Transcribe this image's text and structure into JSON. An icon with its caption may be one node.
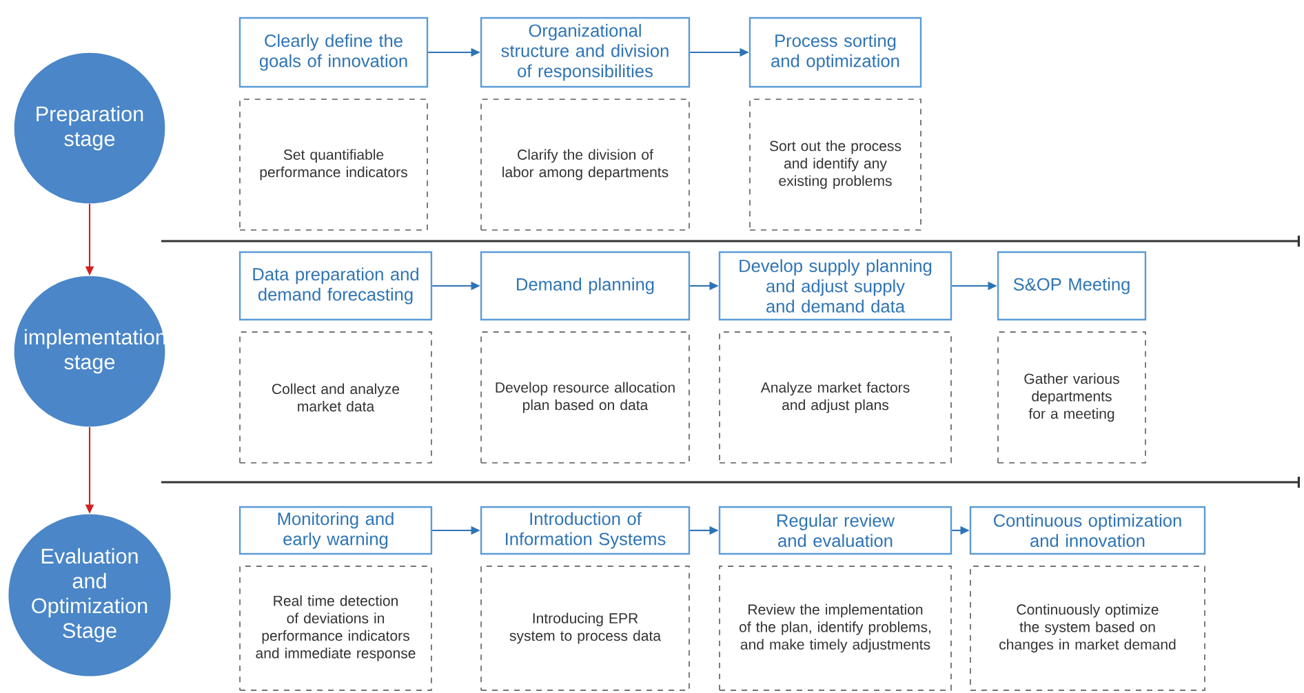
{
  "diagram": {
    "nodes": [
      {
        "text": [
          "Preparation stage"
        ]
      },
      {
        "text": [
          "Clearly define the goals of innovation"
        ]
      },
      {
        "text": [
          "Organizational structure and division of responsibilities"
        ]
      },
      {
        "text": [
          "Process sorting and optimization"
        ]
      },
      {
        "text": [
          "Set quantifiable performance indicators"
        ]
      },
      {
        "text": [
          "Clarify the division of labor among departments"
        ]
      },
      {
        "text": [
          "Sort out the process and identify any existing problems"
        ]
      },
      {
        "text": [
          "implementation stage"
        ]
      },
      {
        "text": [
          "Data preparation and demand forecasting"
        ]
      },
      {
        "text": [
          "Demand planning"
        ]
      },
      {
        "text": [
          "Develop supply planning and adjust supply and demand data"
        ]
      },
      {
        "text": [
          "S&OP Meeting"
        ]
      },
      {
        "text": [
          "Collect and analyze market data"
        ]
      },
      {
        "text": [
          "Develop resource allocation plan based on data"
        ]
      },
      {
        "text": [
          "Analyze market factors and adjust plans"
        ]
      },
      {
        "text": [
          "Gather various departments for a meeting"
        ]
      },
      {
        "text": [
          "Evaluation and Optimization Stage"
        ]
      },
      {
        "text": [
          "Monitoring and early warning"
        ]
      },
      {
        "text": [
          "Introduction of Information Systems"
        ]
      },
      {
        "text": [
          "Regular review and evaluation"
        ]
      },
      {
        "text": [
          "Continuous optimization and innovation"
        ]
      },
      {
        "text": [
          "Real time detection of deviations in performance indicators and immediate response"
        ]
      },
      {
        "text": [
          "Introducing EPR system to process data"
        ]
      },
      {
        "text": [
          "Review the implementation of the plan, identify problems, and make timely adjustments"
        ]
      },
      {
        "text": [
          "Continuously optimize the system based on changes in market demand"
        ]
      }
    ],
    "edges": [
      {
        "from": 0,
        "to": 7,
        "arrow": "to",
        "color": "#d02020"
      },
      {
        "from": 7,
        "to": 16,
        "arrow": "to",
        "color": "#d02020"
      },
      {
        "from": 1,
        "to": 2,
        "arrow": "to"
      },
      {
        "from": 2,
        "to": 3,
        "arrow": "to"
      },
      {
        "from": 8,
        "to": 9,
        "arrow": "to"
      },
      {
        "from": 9,
        "to": 10,
        "arrow": "to"
      },
      {
        "from": 10,
        "to": 11,
        "arrow": "to"
      },
      {
        "from": 17,
        "to": 18,
        "arrow": "to"
      },
      {
        "from": 18,
        "to": 19,
        "arrow": "to"
      },
      {
        "from": 19,
        "to": 20,
        "arrow": "to"
      }
    ]
  }
}
